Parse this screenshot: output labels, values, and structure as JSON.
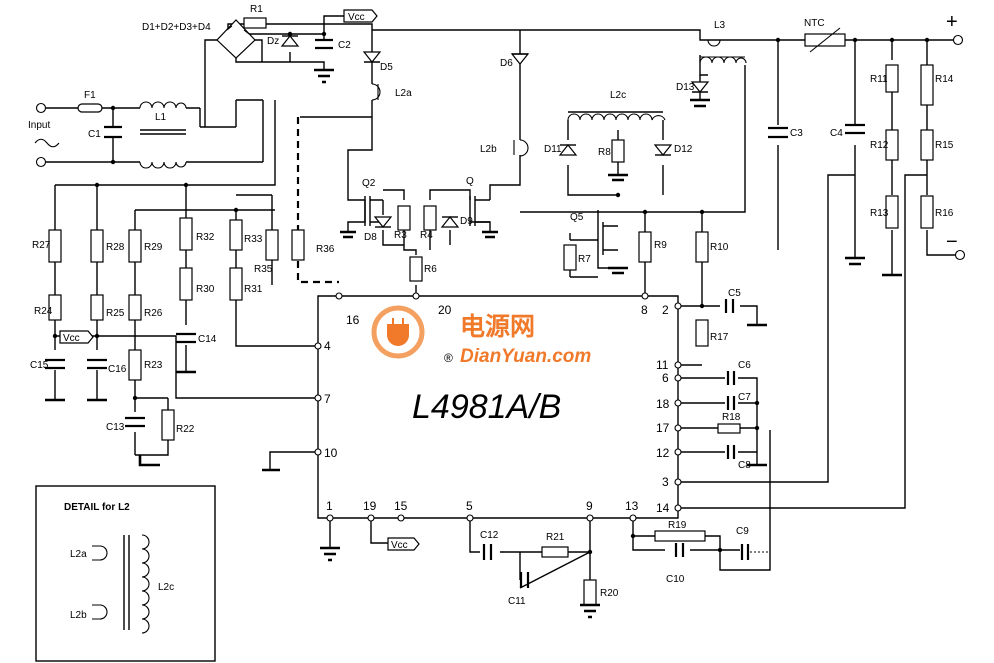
{
  "chip": {
    "name": "L4981A/B"
  },
  "supply_label": "Vcc",
  "input_label": "Input",
  "detail_box": {
    "title": "DETAIL for L2",
    "labels": [
      "L2a",
      "L2b",
      "L2c"
    ]
  },
  "output_terminals": {
    "plus": "+",
    "minus": "−"
  },
  "ntc_label": "NTC",
  "bridge_label": "D1+D2+D3+D4",
  "watermark": {
    "cn": "电源网",
    "en": "DianYuan.com",
    "registered": "®"
  },
  "pins": [
    {
      "num": "16"
    },
    {
      "num": "20"
    },
    {
      "num": "8"
    },
    {
      "num": "2"
    },
    {
      "num": "4"
    },
    {
      "num": "7"
    },
    {
      "num": "10"
    },
    {
      "num": "11"
    },
    {
      "num": "6"
    },
    {
      "num": "18"
    },
    {
      "num": "17"
    },
    {
      "num": "12"
    },
    {
      "num": "3"
    },
    {
      "num": "14"
    },
    {
      "num": "1"
    },
    {
      "num": "19"
    },
    {
      "num": "15"
    },
    {
      "num": "5"
    },
    {
      "num": "9"
    },
    {
      "num": "13"
    }
  ],
  "components": {
    "R1": "R1",
    "Dz": "Dz",
    "C2": "C2",
    "D5": "D5",
    "L2a": "L2a",
    "D6": "D6",
    "L2b": "L2b",
    "L3": "L3",
    "D13": "D13",
    "L2c": "L2c",
    "D11": "D11",
    "R8": "R8",
    "D12": "D12",
    "F1": "F1",
    "L1": "L1",
    "C1": "C1",
    "Q2": "Q2",
    "Q": "Q",
    "D8": "D8",
    "R3": "R3",
    "R4": "R4",
    "D9": "D9",
    "R36": "R36",
    "R35": "R35",
    "R6": "R6",
    "Q5": "Q5",
    "R7": "R7",
    "R9": "R9",
    "R10": "R10",
    "C3": "C3",
    "C4": "C4",
    "R11": "R11",
    "R12": "R12",
    "R13": "R13",
    "R14": "R14",
    "R15": "R15",
    "R16": "R16",
    "R27": "R27",
    "R28": "R28",
    "R29": "R29",
    "R32": "R32",
    "R33": "R33",
    "R24": "R24",
    "R25": "R25",
    "R26": "R26",
    "R30": "R30",
    "R31": "R31",
    "C15": "C15",
    "C16": "C16",
    "C14": "C14",
    "R23": "R23",
    "C13": "C13",
    "R22": "R22",
    "C5": "C5",
    "R17": "R17",
    "C6": "C6",
    "C7": "C7",
    "R18": "R18",
    "C8": "C8",
    "C12": "C12",
    "R21": "R21",
    "C11": "C11",
    "R20": "R20",
    "R19": "R19",
    "C9": "C9",
    "C10": "C10"
  }
}
